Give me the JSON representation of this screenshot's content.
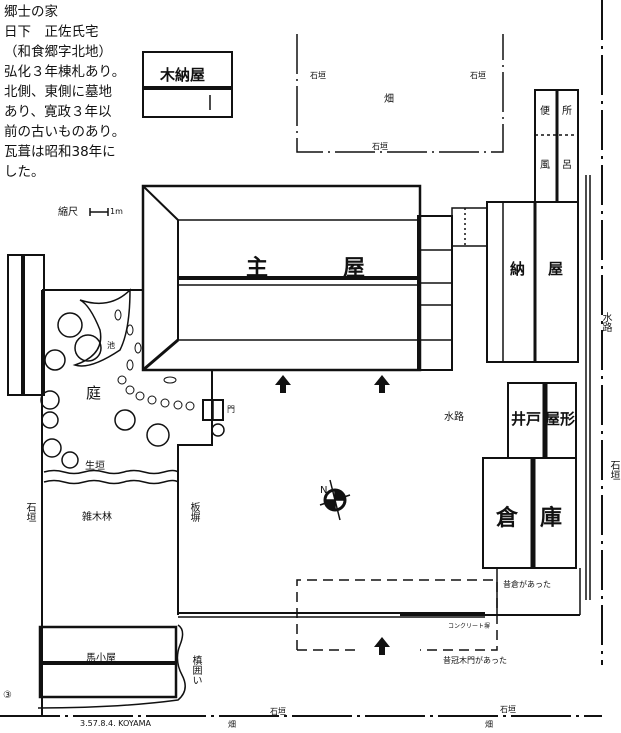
{
  "notes": {
    "lines": [
      "郷士の家",
      "日下　正佐氏宅",
      "（和食郷字北地）",
      "弘化３年棟札あり。",
      "北側、東側に墓地",
      "あり、寛政３年以",
      "前の古いものあり。",
      "瓦葺は昭和38年に",
      "した。"
    ]
  },
  "scale": {
    "label": "縮尺",
    "unit": "1m"
  },
  "buildings": {
    "main_house": [
      "主",
      "屋"
    ],
    "wood_barn": "木納屋",
    "toilet": [
      "便",
      "所"
    ],
    "bath": [
      "風",
      "呂"
    ],
    "barn": [
      "納",
      "屋"
    ],
    "well": "井戸",
    "yakata": "屋形",
    "storehouse": [
      "倉",
      "庫"
    ],
    "stable": "馬小屋"
  },
  "areas": {
    "field": "畑",
    "garden": "庭",
    "pond": "池",
    "woods": "雑木林",
    "hedge": "生垣",
    "board_fence": "板塀",
    "stone_wall": "石垣",
    "waterway": "水路",
    "maki_hedge": "槙囲い",
    "gate": "門"
  },
  "annotations": {
    "old_storehouse": "昔倉があった",
    "concrete_wall": "コンクリート塀",
    "old_gate": "昔冠木門があった",
    "bottom_field": "畑",
    "signature": "3.57.8.4. KOYAMA",
    "page_mark": "③",
    "north": "N"
  },
  "colors": {
    "ink": "#111111",
    "paper": "#ffffff"
  }
}
